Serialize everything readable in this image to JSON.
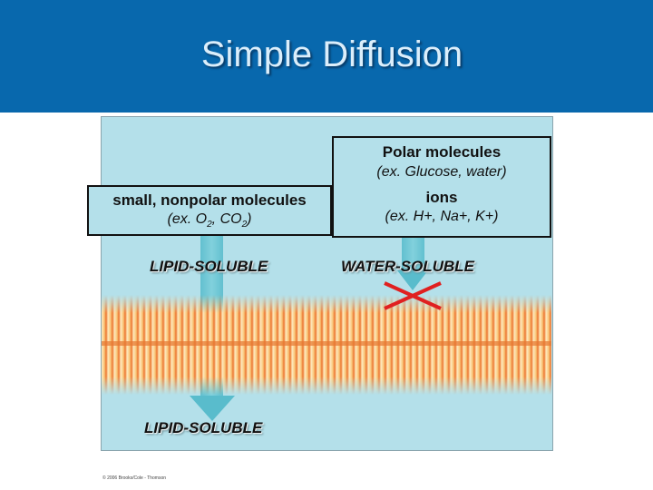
{
  "slide": {
    "title": "Simple Diffusion",
    "copyright": "© 2006 Brooks/Cole - Thomson"
  },
  "figure": {
    "nonpolar_box": {
      "heading": "small, nonpolar molecules",
      "example_prefix": "(ex. O",
      "example_sub1": "2",
      "example_mid": ", CO",
      "example_sub2": "2",
      "example_suffix": ")"
    },
    "polar_box": {
      "heading": "Polar molecules",
      "example": "(ex. Glucose, water)",
      "ions_heading": "ions",
      "ions_example": "(ex. H+, Na+, K+)"
    },
    "labels": {
      "lipid_soluble_top": "LIPID-SOLUBLE",
      "water_soluble": "WATER-SOLUBLE",
      "lipid_soluble_bottom": "LIPID-SOLUBLE"
    },
    "colors": {
      "header_blue": "#0868ad",
      "figure_background": "#b4e0ea",
      "arrow": "#59bccc",
      "cross": "#e02020"
    }
  }
}
